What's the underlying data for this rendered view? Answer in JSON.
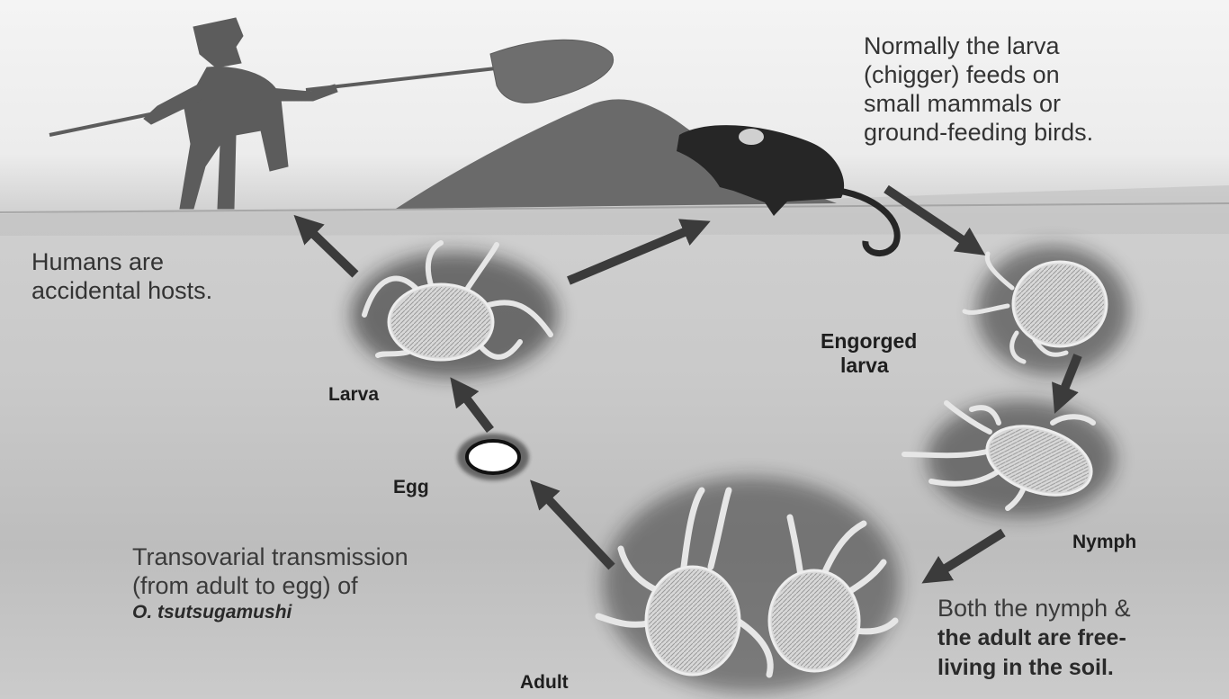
{
  "labels": {
    "rodent_note": [
      "Normally the larva",
      "(chigger) feeds on",
      "small mammals or",
      "ground-feeding birds."
    ],
    "human_note": [
      "Humans are",
      "accidental hosts."
    ],
    "larva": "Larva",
    "engorged_larva": [
      "Engorged",
      "larva"
    ],
    "egg": "Egg",
    "nymph": "Nymph",
    "adult": "Adult",
    "transovarial_note": [
      "Transovarial transmission",
      "(from adult to egg) of"
    ],
    "pathogen": "O. tsutsugamushi",
    "soil_note_plain": "Both the nymph &",
    "soil_note_bold": [
      "the adult are free-",
      "living in the soil."
    ]
  },
  "colors": {
    "silhouette": "#5c5c5c",
    "mountain": "#6a6a6a",
    "rodent": "#262626",
    "arrow": "#3b3b3b",
    "halo": "#1a1a1a",
    "mite_body": "#d8d8d8"
  }
}
